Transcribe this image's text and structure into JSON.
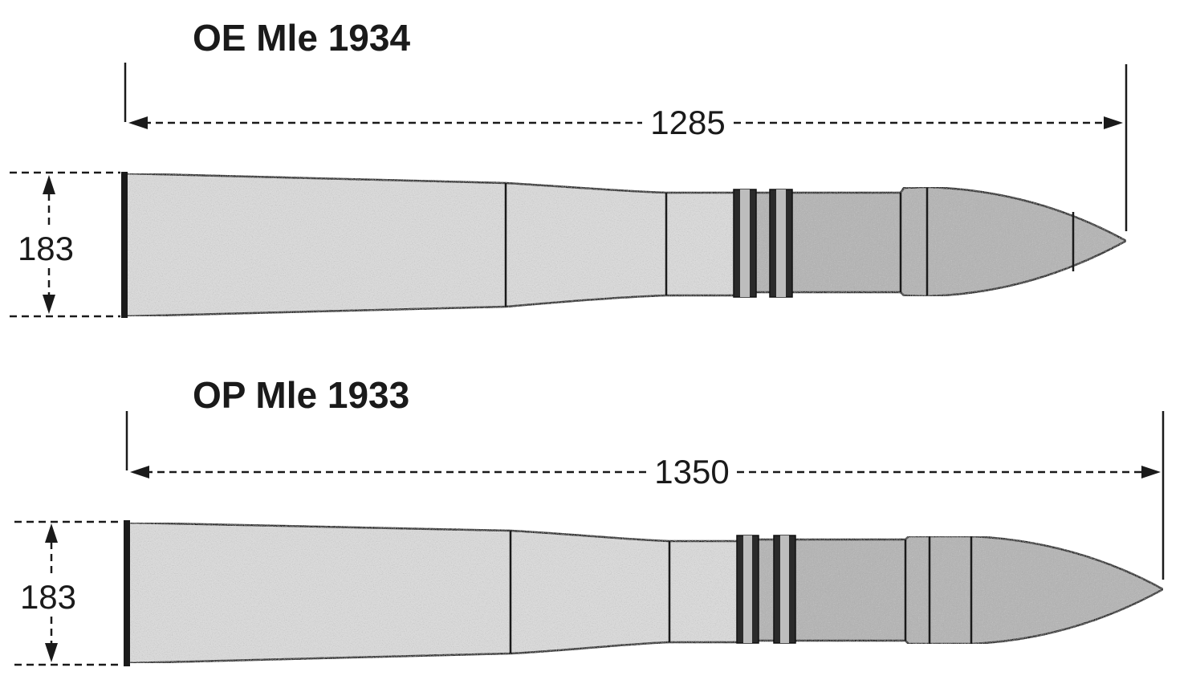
{
  "colors": {
    "case_fill": "#dcdcdc",
    "shell_fill": "#b4b4b4",
    "ink": "#1a1a1a",
    "band": "#2a2a2a"
  },
  "rounds": [
    {
      "title": "OE Mle 1934",
      "length_label": "1285",
      "diameter_label": "183"
    },
    {
      "title": "OP Mle 1933",
      "length_label": "1350",
      "diameter_label": "183"
    }
  ]
}
